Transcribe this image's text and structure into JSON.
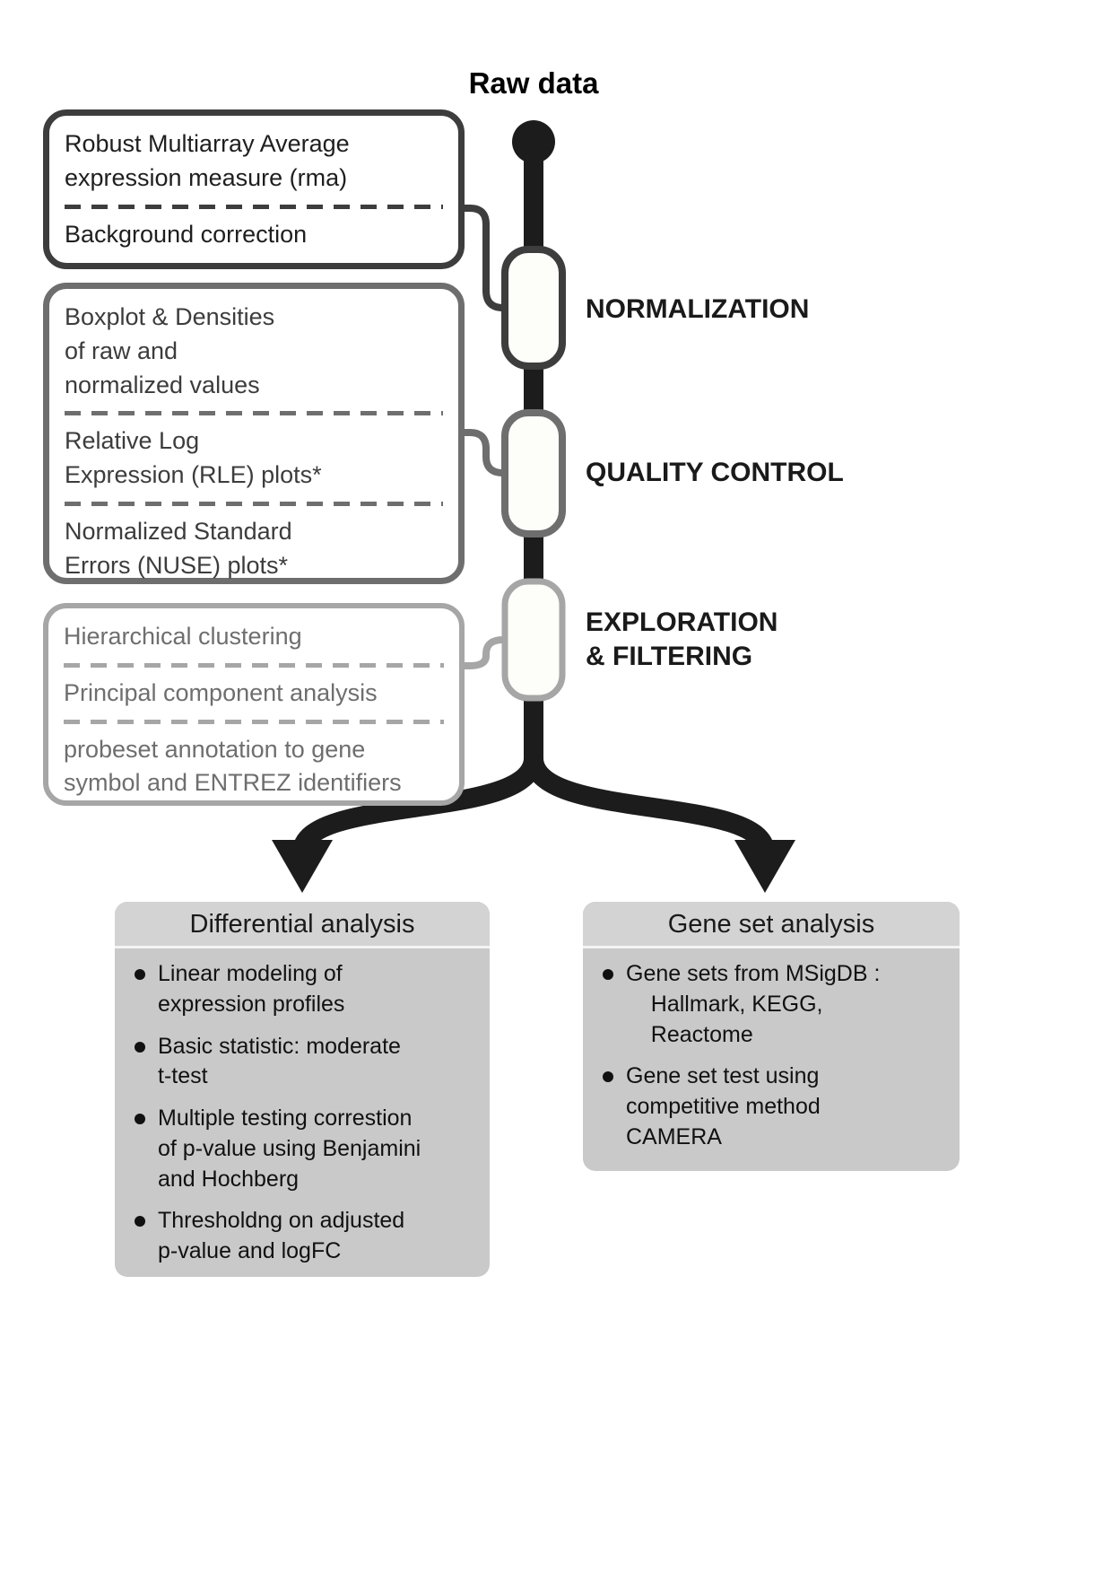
{
  "raw_data_label": "Raw data",
  "stage_labels": [
    "NORMALIZATION",
    "QUALITY CONTROL",
    "EXPLORATION\n& FILTERING"
  ],
  "method_boxes": [
    {
      "name": "normalization-methods",
      "items": [
        "Robust Multiarray Average\nexpression measure (rma)",
        "Background correction"
      ]
    },
    {
      "name": "quality-control-methods",
      "items": [
        "Boxplot & Densities\nof raw and\nnormalized values",
        "Relative Log\nExpression (RLE) plots*",
        "Normalized Standard\nErrors (NUSE) plots*"
      ]
    },
    {
      "name": "exploration-methods",
      "items": [
        "Hierarchical clustering",
        "Principal component analysis",
        "probeset annotation to gene\nsymbol and ENTREZ identifiers"
      ]
    }
  ],
  "analysis_boxes": [
    {
      "title": "Differential analysis",
      "bullets": [
        "Linear modeling of\nexpression profiles",
        "Basic statistic: moderate\nt-test",
        "Multiple testing correstion\nof p-value using Benjamini\nand Hochberg",
        "Thresholdng on adjusted\np-value and logFC"
      ]
    },
    {
      "title": "Gene set analysis",
      "bullets": [
        "Gene sets from MSigDB :\n    Hallmark, KEGG,\n    Reactome",
        "Gene set test using\ncompetitive method\nCAMERA"
      ]
    }
  ],
  "colors": {
    "trunk": "#1c1c1c",
    "tier1_border": "#3d3d3d",
    "tier2_border": "#6e6e6e",
    "tier3_border": "#a6a6a6",
    "analysis_box_bg": "#c9c9c9"
  }
}
